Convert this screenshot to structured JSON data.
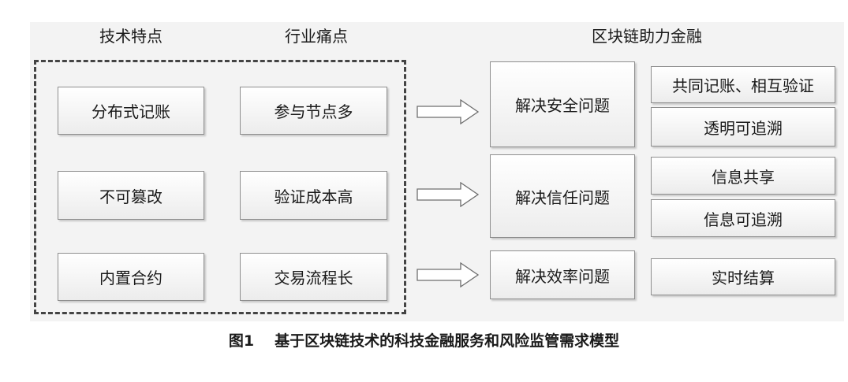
{
  "headers": {
    "tech": "技术特点",
    "pain": "行业痛点",
    "finance": "区块链助力金融"
  },
  "tech_features": [
    "分布式记账",
    "不可篡改",
    "内置合约"
  ],
  "pain_points": [
    "参与节点多",
    "验证成本高",
    "交易流程长"
  ],
  "solutions": [
    {
      "label": "解决安全问题",
      "details": [
        "共同记账、相互验证",
        "透明可追溯"
      ]
    },
    {
      "label": "解决信任问题",
      "details": [
        "信息共享",
        "信息可追溯"
      ]
    },
    {
      "label": "解决效率问题",
      "details": [
        "实时结算"
      ]
    }
  ],
  "caption": {
    "number": "图1",
    "title": "基于区块链技术的科技金融服务和风险监管需求模型"
  }
}
